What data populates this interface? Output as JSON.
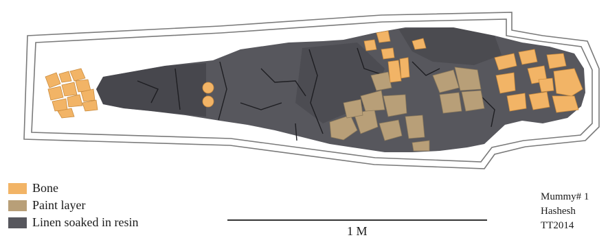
{
  "legend": {
    "items": [
      {
        "label": "Bone",
        "color": "#f2b466"
      },
      {
        "label": "Paint layer",
        "color": "#b89f78"
      },
      {
        "label": "Linen soaked in resin",
        "color": "#57575d"
      }
    ]
  },
  "scalebar": {
    "label": "1 M"
  },
  "caption": {
    "line1": "Mummy# 1",
    "line2": "Hashesh",
    "line3": "TT2014"
  },
  "colors": {
    "linen": "#57575d",
    "linen_dark": "#3a3a3f",
    "bone": "#f2b466",
    "paint": "#b89f78",
    "outline": "#7a7a7a"
  }
}
